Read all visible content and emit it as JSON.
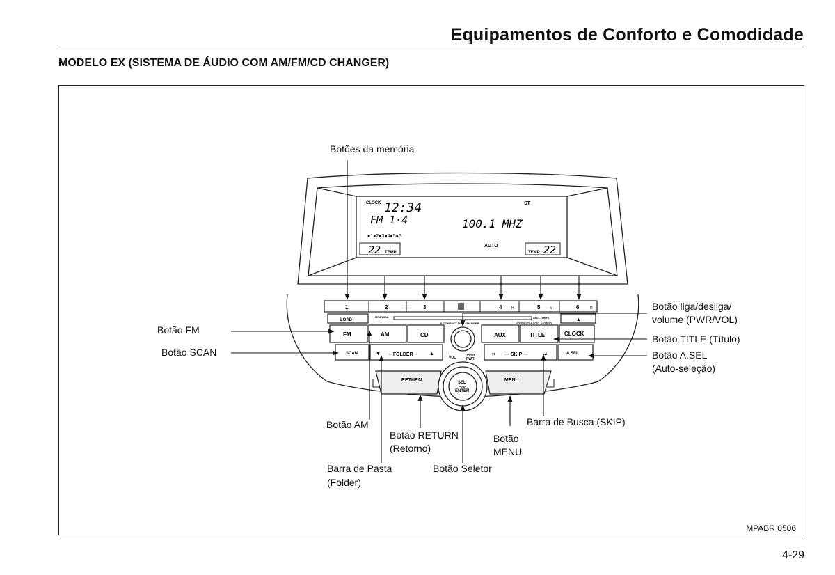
{
  "header": {
    "title": "Equipamentos de Conforto e Comodidade"
  },
  "section": {
    "title": "MODELO EX (SISTEMA DE ÁUDIO COM AM/FM/CD CHANGER)"
  },
  "figure": {
    "code": "MPABR 0506"
  },
  "page": {
    "number": "4-29"
  },
  "callouts": {
    "memory_buttons": "Botões da memória",
    "power_volume_line1": "Botão liga/desliga/",
    "power_volume_line2": "volume (PWR/VOL)",
    "fm_button": "Botão FM",
    "scan_button": "Botão SCAN",
    "title_button": "Botão TITLE (Título)",
    "asel_line1": "Botão A.SEL",
    "asel_line2": "(Auto-seleção)",
    "am_button": "Botão AM",
    "return_line1": "Botão RETURN",
    "return_line2": "(Retorno)",
    "menu_line1": "Botão",
    "menu_line2": "MENU",
    "skip_bar": "Barra de Busca (SKIP)",
    "folder_line1": "Barra de Pasta",
    "folder_line2": "(Folder)",
    "selector_button": "Botão Seletor"
  },
  "display": {
    "clock_label": "CLOCK",
    "clock_time": "12:34",
    "band_preset": "FM 1·4",
    "frequency": "100.1 MHZ",
    "stereo": "ST",
    "auto": "AUTO",
    "temp_left": "22",
    "temp_right": "22",
    "temp_label": "TEMP",
    "preset_indicators": "●1●2●3●4●5●6"
  },
  "unit": {
    "presets": [
      "1",
      "2",
      "3",
      "4",
      "5",
      "6"
    ],
    "preset_subs": [
      "",
      "",
      "",
      "H",
      "M",
      "R"
    ],
    "load": "LOAD",
    "eject": "▲",
    "changer_text": "6-COMPACT DISC CHANGER",
    "premium_text": "Premium Audio System",
    "mp3_text": "MP3/WMA",
    "antitheft_text": "ANTI-THEFT",
    "fm": "FM",
    "am": "AM",
    "cd": "CD",
    "aux": "AUX",
    "title": "TITLE",
    "clock": "CLOCK",
    "scan": "SCAN",
    "folder": "FOLDER",
    "skip": "SKIP",
    "asel": "A.SEL",
    "vol": "VOL",
    "push": "PUSH",
    "pwr": "PWR",
    "return": "RETURN",
    "menu": "MENU",
    "sel": "SEL",
    "sel_push": "PUSH",
    "enter": "ENTER"
  }
}
